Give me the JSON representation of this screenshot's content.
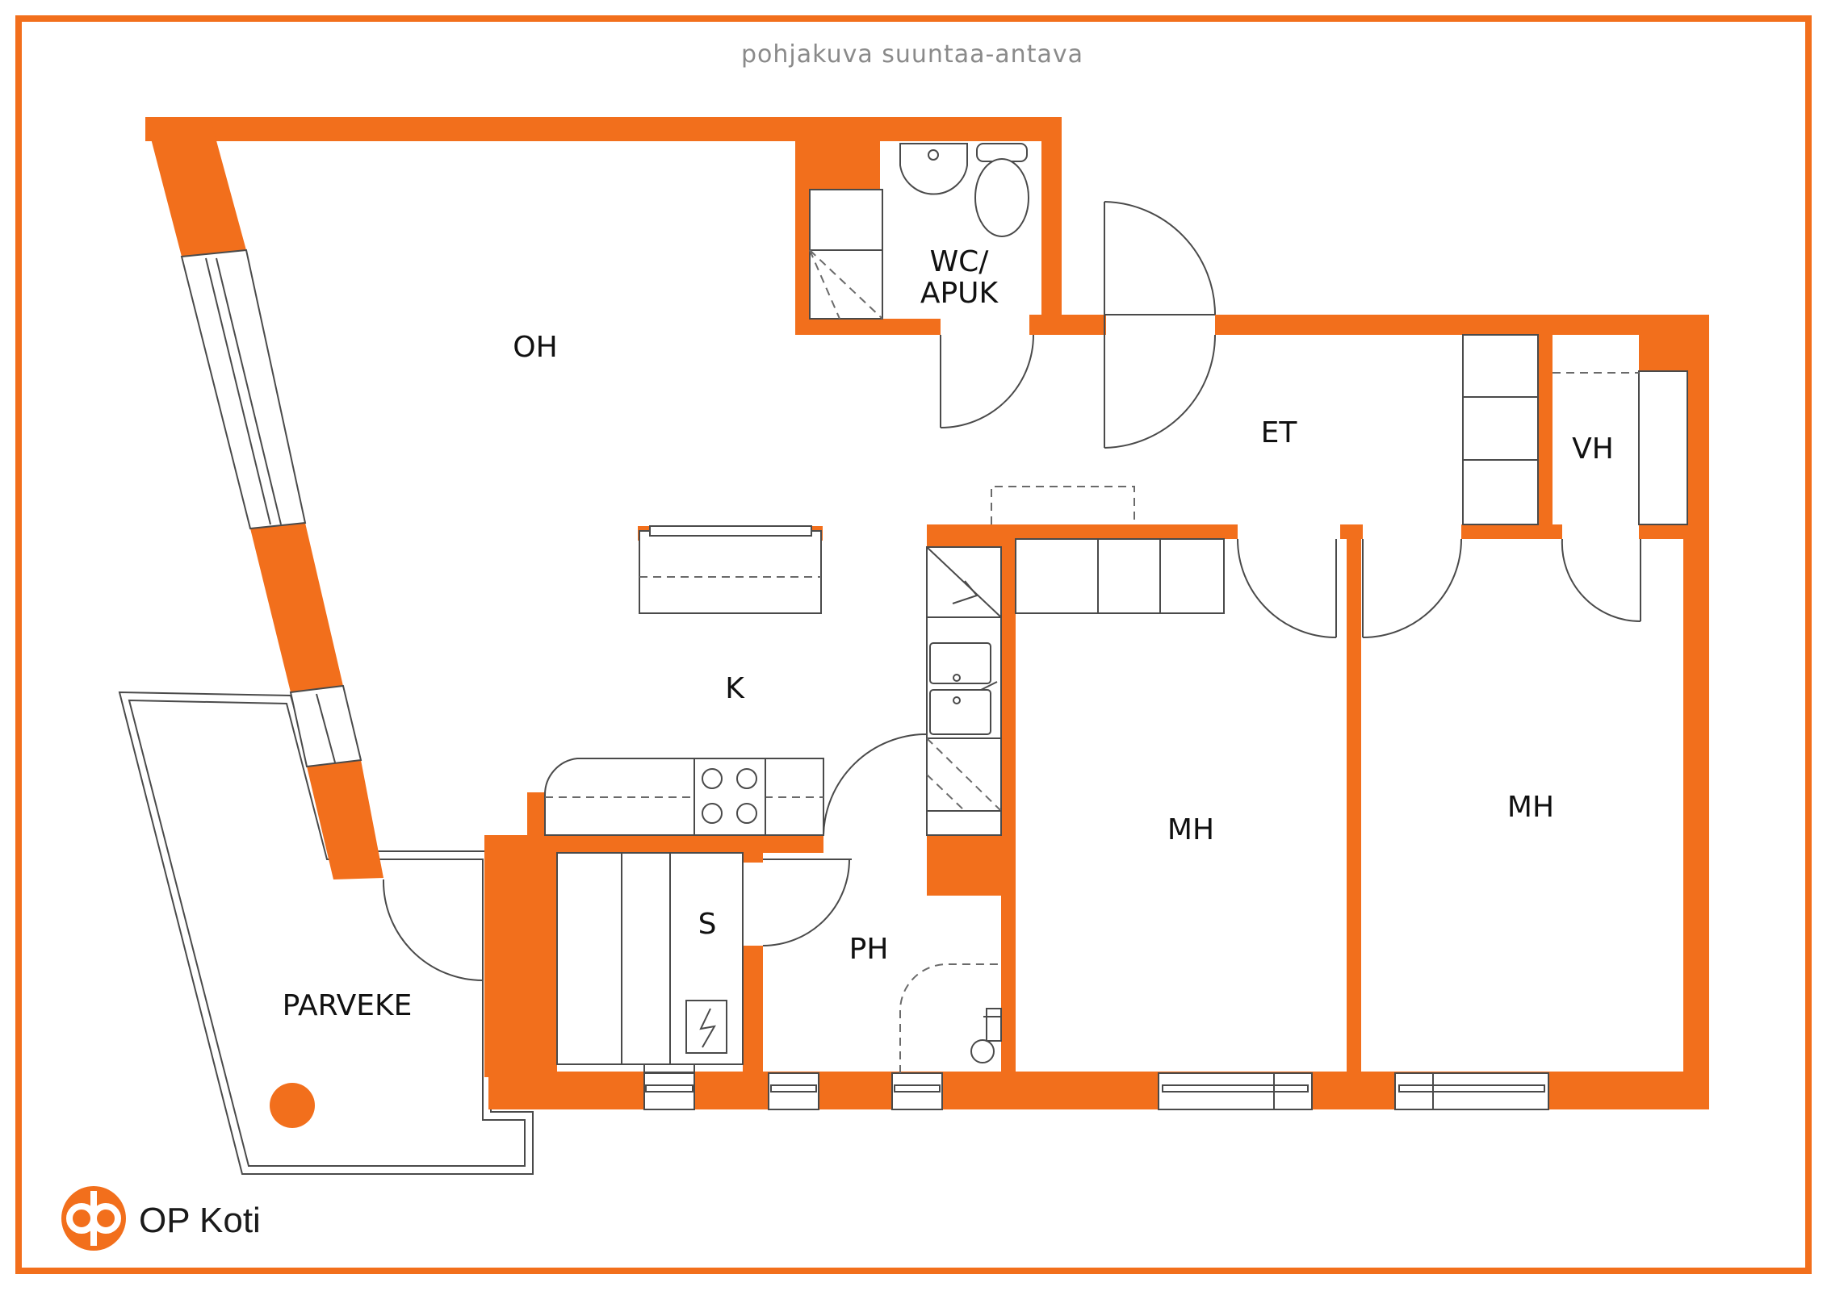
{
  "caption": "pohjakuva suuntaa-antava",
  "brand": {
    "name": "OP Koti",
    "color": "#f26f1c",
    "logo_icon": "op-logo-icon"
  },
  "colors": {
    "wall": "#f26f1c",
    "frame": "#f26f1c",
    "lines": "#4a4a4a"
  },
  "rooms": {
    "oh": "OH",
    "wc_line1": "WC/",
    "wc_line2": "APUK",
    "et": "ET",
    "vh": "VH",
    "k": "K",
    "mh1": "MH",
    "mh2": "MH",
    "s": "S",
    "ph": "PH",
    "parveke": "PARVEKE"
  }
}
